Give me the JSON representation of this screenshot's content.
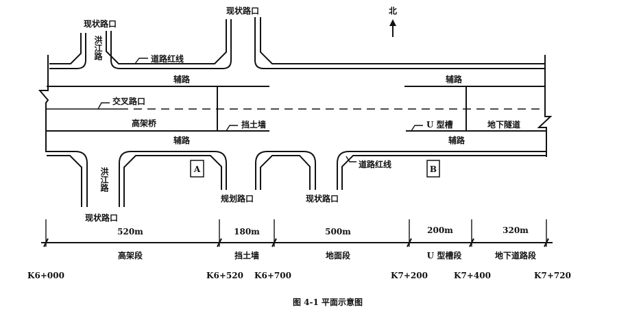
{
  "labels": {
    "north": "北",
    "intersection_top_left": "现状路口",
    "intersection_top_mid": "现状路口",
    "hongjiang_north": "洪江路",
    "hongjiang_south": "洪江路",
    "red_line_top": "道路红线",
    "red_line_bottom": "道路红线",
    "aux_road_nw": "辅路",
    "aux_road_sw": "辅路",
    "aux_road_ne": "辅路",
    "aux_road_se": "辅路",
    "crossing": "交叉路口",
    "viaduct": "高架桥",
    "retaining_wall": "挡土墙",
    "u_trough": "U 型槽",
    "tunnel": "地下隧道",
    "planned_intersection": "规划路口",
    "intersection_bottom_mid": "现状路口",
    "intersection_bottom_left": "现状路口",
    "box_a": "A",
    "box_b": "B"
  },
  "segments": [
    {
      "length": "520m",
      "name": "高架段"
    },
    {
      "length": "180m",
      "name": "挡土墙"
    },
    {
      "length": "500m",
      "name": "地面段"
    },
    {
      "length": "200m",
      "name": "U 型槽段"
    },
    {
      "length": "320m",
      "name": "地下道路段"
    }
  ],
  "stations": [
    "K6+000",
    "K6+520",
    "K6+700",
    "K7+200",
    "K7+400",
    "K7+720"
  ],
  "caption": "图 4-1   平面示意图"
}
